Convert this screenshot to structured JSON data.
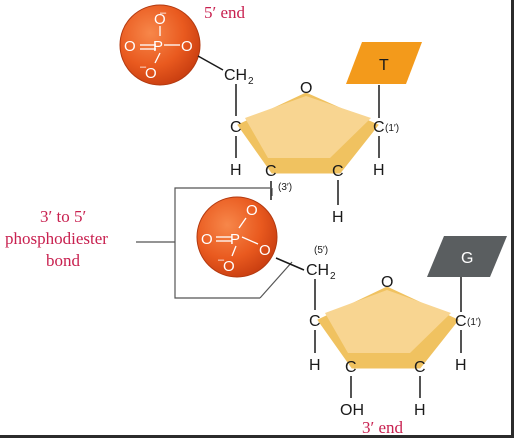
{
  "labels": {
    "five_prime_end": "5′ end",
    "three_prime_end": "3′ end",
    "bond_line1": "3′ to 5′",
    "bond_line2": "phosphodiester",
    "bond_line3": "bond"
  },
  "phosphate": {
    "P": "P",
    "O": "O",
    "O_minus": "O",
    "minus": "–"
  },
  "atoms": {
    "C": "C",
    "H": "H",
    "O": "O",
    "CH": "CH",
    "two": "2",
    "OH": "OH"
  },
  "positions": {
    "one_prime": "(1′)",
    "three_prime": "(3′)",
    "five_prime": "(5′)"
  },
  "bases": {
    "top": "T",
    "bottom": "G"
  },
  "colors": {
    "phosphate_fill": "#ec5a22",
    "sugar_fill": "#f8d591",
    "sugar_edge": "#f0c260",
    "base_T": "#f39a1b",
    "base_G": "#5a5e60",
    "label_red": "#c8204f"
  }
}
